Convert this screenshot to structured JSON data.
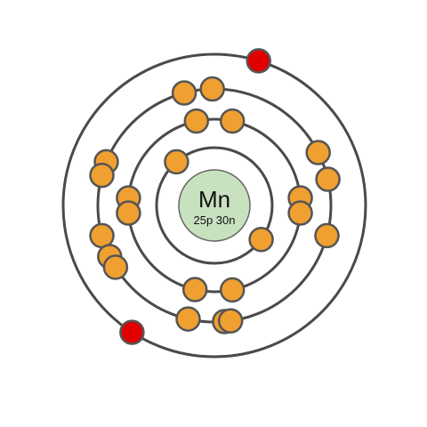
{
  "atom": {
    "symbol": "Mn",
    "composition": "25p 30n"
  },
  "shells": [
    {
      "electrons": 2
    },
    {
      "electrons": 8
    },
    {
      "electrons": 13
    },
    {
      "electrons": 2
    }
  ],
  "colors": {
    "background": "#ffffff",
    "shell_stroke": "#4a4a4a",
    "electron_fill": "#f0a030",
    "electron_stroke": "#555555",
    "valence_electron_fill": "#e00000",
    "nucleus_fill": "#c8e2c0",
    "nucleus_stroke": "#666666"
  }
}
